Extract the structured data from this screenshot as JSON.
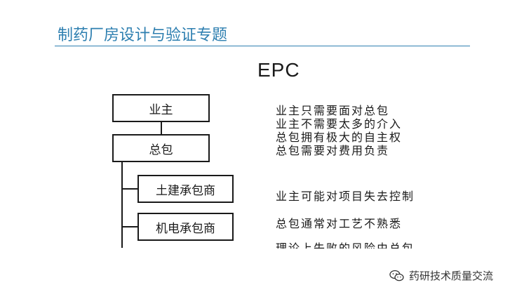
{
  "header": {
    "title": "制药厂房设计与验证专题"
  },
  "slide": {
    "title": "EPC"
  },
  "diagram": {
    "owner": "业主",
    "general_contractor": "总包",
    "civil_subcontractor": "土建承包商",
    "mep_subcontractor": "机电承包商"
  },
  "notes": {
    "top": [
      "业主只需要面对总包",
      "业主不需要太多的介入",
      "总包拥有极大的自主权",
      "总包需要对费用负责"
    ],
    "middle_1": "业主可能对项目失去控制",
    "middle_2": "总包通常对工艺不熟悉",
    "bottom_partial": "理论上失败的风险由总包"
  },
  "watermark": {
    "text": "药研技术质量交流",
    "icon": "wechat-icon"
  },
  "colors": {
    "accent": "#2e7fb0",
    "ink": "#1a1a1a"
  }
}
